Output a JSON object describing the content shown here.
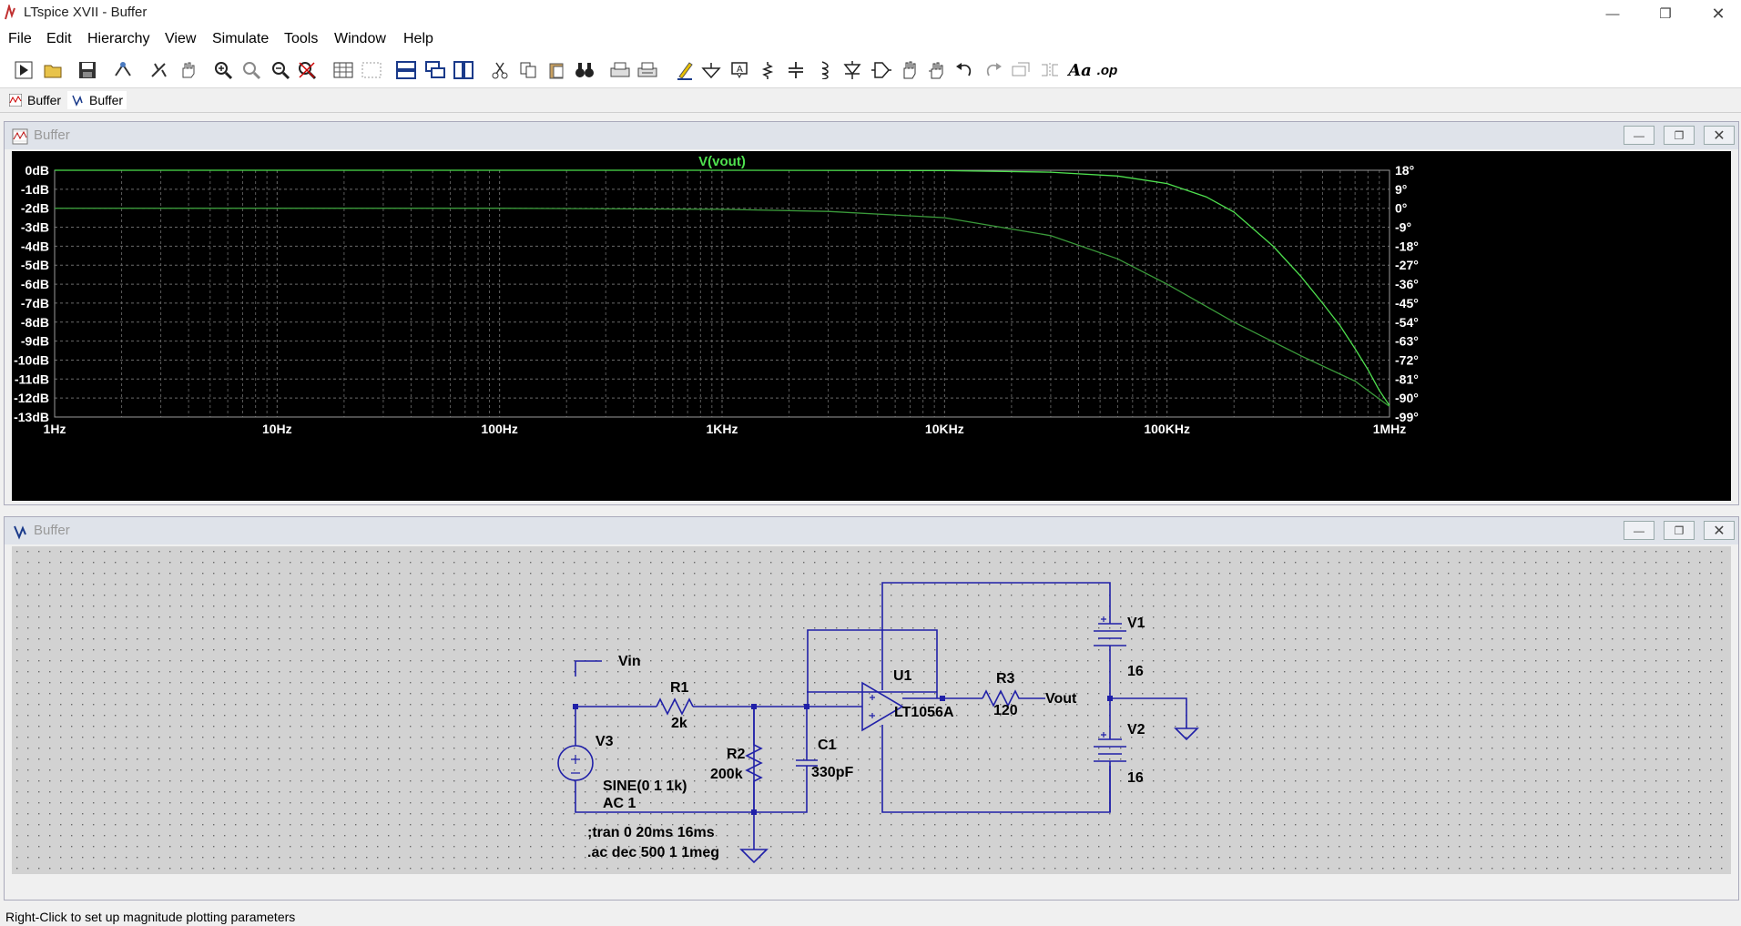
{
  "window": {
    "title": "LTspice XVII - Buffer"
  },
  "menus": [
    "File",
    "Edit",
    "Hierarchy",
    "View",
    "Simulate",
    "Tools",
    "Window",
    "Help"
  ],
  "toolbar_icons": [
    "run-icon",
    "open-icon",
    "save-icon",
    "control-panel-icon",
    "halt-icon",
    "pan-icon",
    "zoom-in-icon",
    "zoom-area-icon",
    "zoom-out-icon",
    "zoom-fit-icon",
    "autorange-icon",
    "grid-icon",
    "tile-horizontal-icon",
    "cascade-icon",
    "tile-vertical-icon",
    "cut-icon",
    "copy-icon",
    "paste-icon",
    "find-icon",
    "print-setup-icon",
    "print-icon",
    "draw-wire-icon",
    "ground-icon",
    "label-net-icon",
    "resistor-icon",
    "capacitor-icon",
    "inductor-icon",
    "diode-icon",
    "component-icon",
    "move-icon",
    "drag-icon",
    "undo-icon",
    "redo-icon",
    "rotate-icon",
    "mirror-icon",
    "text-icon",
    "spice-directive-icon"
  ],
  "toolbar_text": {
    "text": "Aa",
    "spice": ".op"
  },
  "tabs": [
    {
      "label": "Buffer"
    },
    {
      "label": "Buffer"
    }
  ],
  "plot_window": {
    "title": "Buffer"
  },
  "schematic_window": {
    "title": "Buffer"
  },
  "chart_data": {
    "type": "line",
    "title": "V(vout)",
    "x_scale": "log",
    "xlim": [
      1,
      1000000
    ],
    "x_ticks": [
      "1Hz",
      "10Hz",
      "100Hz",
      "1KHz",
      "10KHz",
      "100KHz",
      "1MHz"
    ],
    "y_left_ticks": [
      "0dB",
      "-1dB",
      "-2dB",
      "-3dB",
      "-4dB",
      "-5dB",
      "-6dB",
      "-7dB",
      "-8dB",
      "-9dB",
      "-10dB",
      "-11dB",
      "-12dB",
      "-13dB"
    ],
    "ylim_left": [
      -13,
      0
    ],
    "y_right_ticks": [
      "18°",
      "9°",
      "0°",
      "-9°",
      "-18°",
      "-27°",
      "-36°",
      "-45°",
      "-54°",
      "-63°",
      "-72°",
      "-81°",
      "-90°",
      "-99°"
    ],
    "ylim_right": [
      -99,
      18
    ],
    "grid": true,
    "series": [
      {
        "name": "V(vout)",
        "axis": "left",
        "color": "#4ee04e",
        "x": [
          1,
          10,
          100,
          1000,
          10000,
          30000,
          60000,
          100000,
          150000,
          200000,
          300000,
          400000,
          500000,
          600000,
          700000,
          800000,
          900000,
          1000000
        ],
        "values": [
          0,
          0,
          0,
          0,
          -0.02,
          -0.1,
          -0.3,
          -0.7,
          -1.4,
          -2.2,
          -4.0,
          -5.6,
          -7.0,
          -8.2,
          -9.4,
          -10.5,
          -11.6,
          -12.4
        ]
      },
      {
        "name": "phase",
        "axis": "right",
        "color": "#3a9a3a",
        "x": [
          1,
          10,
          100,
          1000,
          3000,
          10000,
          30000,
          60000,
          100000,
          200000,
          400000,
          700000,
          1000000
        ],
        "values": [
          0,
          0,
          0,
          -0.5,
          -1.5,
          -4.5,
          -13,
          -24,
          -36,
          -54,
          -70,
          -82,
          -94
        ]
      }
    ]
  },
  "schematic": {
    "labels": {
      "vin": "Vin",
      "vout": "Vout",
      "r1_name": "R1",
      "r1_value": "2k",
      "r2_name": "R2",
      "r2_value": "200k",
      "r3_name": "R3",
      "r3_value": "120",
      "c1_name": "C1",
      "c1_value": "330pF",
      "u1_name": "U1",
      "u1_value": "LT1056A",
      "v1_name": "V1",
      "v1_value": "16",
      "v2_name": "V2",
      "v2_value": "16",
      "v3_name": "V3",
      "v3_value1": "SINE(0 1 1k)",
      "v3_value2": "AC 1",
      "directive1": ";tran 0 20ms 16ms",
      "directive2": ".ac dec 500 1 1meg"
    }
  },
  "status": {
    "text": "Right-Click to set up magnitude plotting parameters"
  }
}
